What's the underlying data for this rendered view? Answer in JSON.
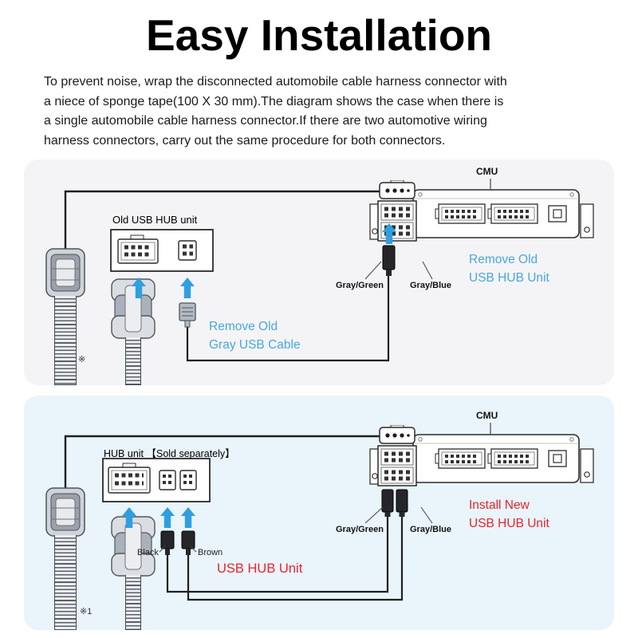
{
  "page": {
    "title": "Easy Installation",
    "intro_lines": [
      "To prevent noise, wrap the disconnected automobile cable harness connector with",
      "a niece of sponge tape(100 X 30 mm).The diagram shows the case when there is",
      "a single automobile cable harness connector.If there are two automotive wiring",
      "harness connectors, carry out the same procedure for both connectors."
    ]
  },
  "panel_old": {
    "cmu_label": "CMU",
    "hub_unit_label": "Old USB HUB unit",
    "remove_hub": {
      "line1": "Remove Old",
      "line2": "USB HUB Unit"
    },
    "remove_cable": {
      "line1": "Remove Old",
      "line2": "Gray USB Cable"
    },
    "port_label_green": "Gray/Green",
    "port_label_blue": "Gray/Blue",
    "footnote": "※"
  },
  "panel_new": {
    "cmu_label": "CMU",
    "hub_unit_label": "HUB unit 【Sold separately】",
    "install_hub": {
      "line1": "Install New",
      "line2": "USB HUB Unit"
    },
    "usb_hub_label": "USB HUB Unit",
    "port_label_green": "Gray/Green",
    "port_label_blue": "Gray/Blue",
    "connector_black_label": "Black",
    "connector_brown_label": "Brown",
    "footnote": "※1"
  },
  "colors": {
    "accent_blue": "#4aa7de",
    "accent_red": "#e8252b",
    "arrow_blue": "#2f9fe0",
    "panel_old_bg": "#f4f4f6",
    "panel_new_bg": "#e9f4fb"
  }
}
